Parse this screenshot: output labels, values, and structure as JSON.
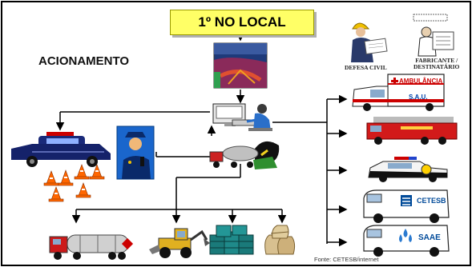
{
  "header": {
    "title": "1º NO LOCAL"
  },
  "label": {
    "acionamento": "ACIONAMENTO"
  },
  "stakeholders": {
    "defesa_civil": "DEFESA CIVIL",
    "fabricante_line1": "FABRICANTE /",
    "fabricante_line2": "DESTINATÁRIO"
  },
  "vehicles": {
    "ambulance_line1": "AMBULÂNCIA",
    "ambulance_line2": "S.A.U.",
    "cetesb": "CETESB",
    "saae": "SAAE"
  },
  "source": "Fonte: CETESB/internet",
  "colors": {
    "title_bg": "#ffff66",
    "frame": "#000000",
    "arrows": "#000000",
    "cone": "#ff6600",
    "police_car": "#1a2a7a"
  }
}
